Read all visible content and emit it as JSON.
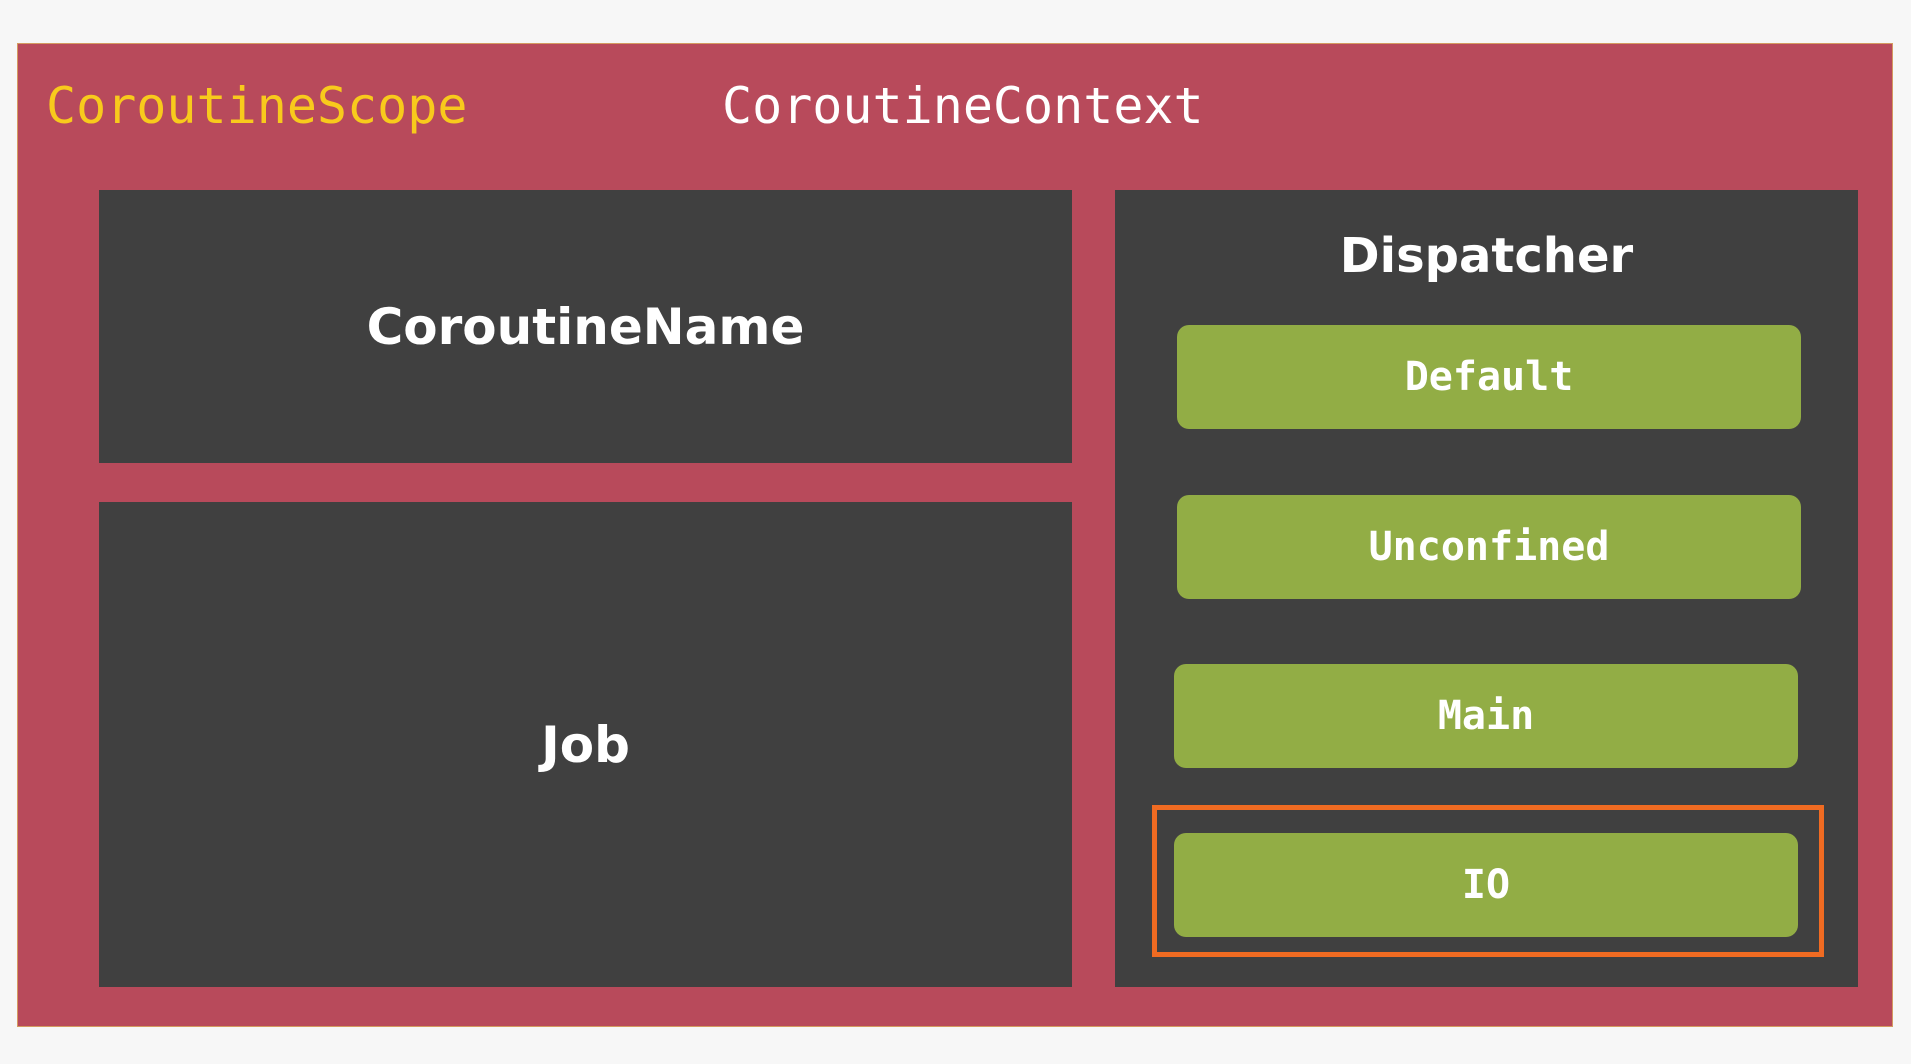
{
  "title": {
    "scope": "CoroutineScope",
    "context": "CoroutineContext"
  },
  "boxes": {
    "coroutine_name": "CoroutineName",
    "job": "Job",
    "dispatcher": "Dispatcher"
  },
  "dispatcher_items": [
    {
      "label": "Default"
    },
    {
      "label": "Unconfined"
    },
    {
      "label": "Main"
    },
    {
      "label": "IO",
      "highlighted": true
    }
  ],
  "colors": {
    "scope_background": "#b84a5b",
    "box_background": "#404040",
    "dispatcher_item_background": "#92ad45",
    "scope_title": "#f8ca1c",
    "highlight_border": "#f06b22",
    "text": "#ffffff"
  }
}
